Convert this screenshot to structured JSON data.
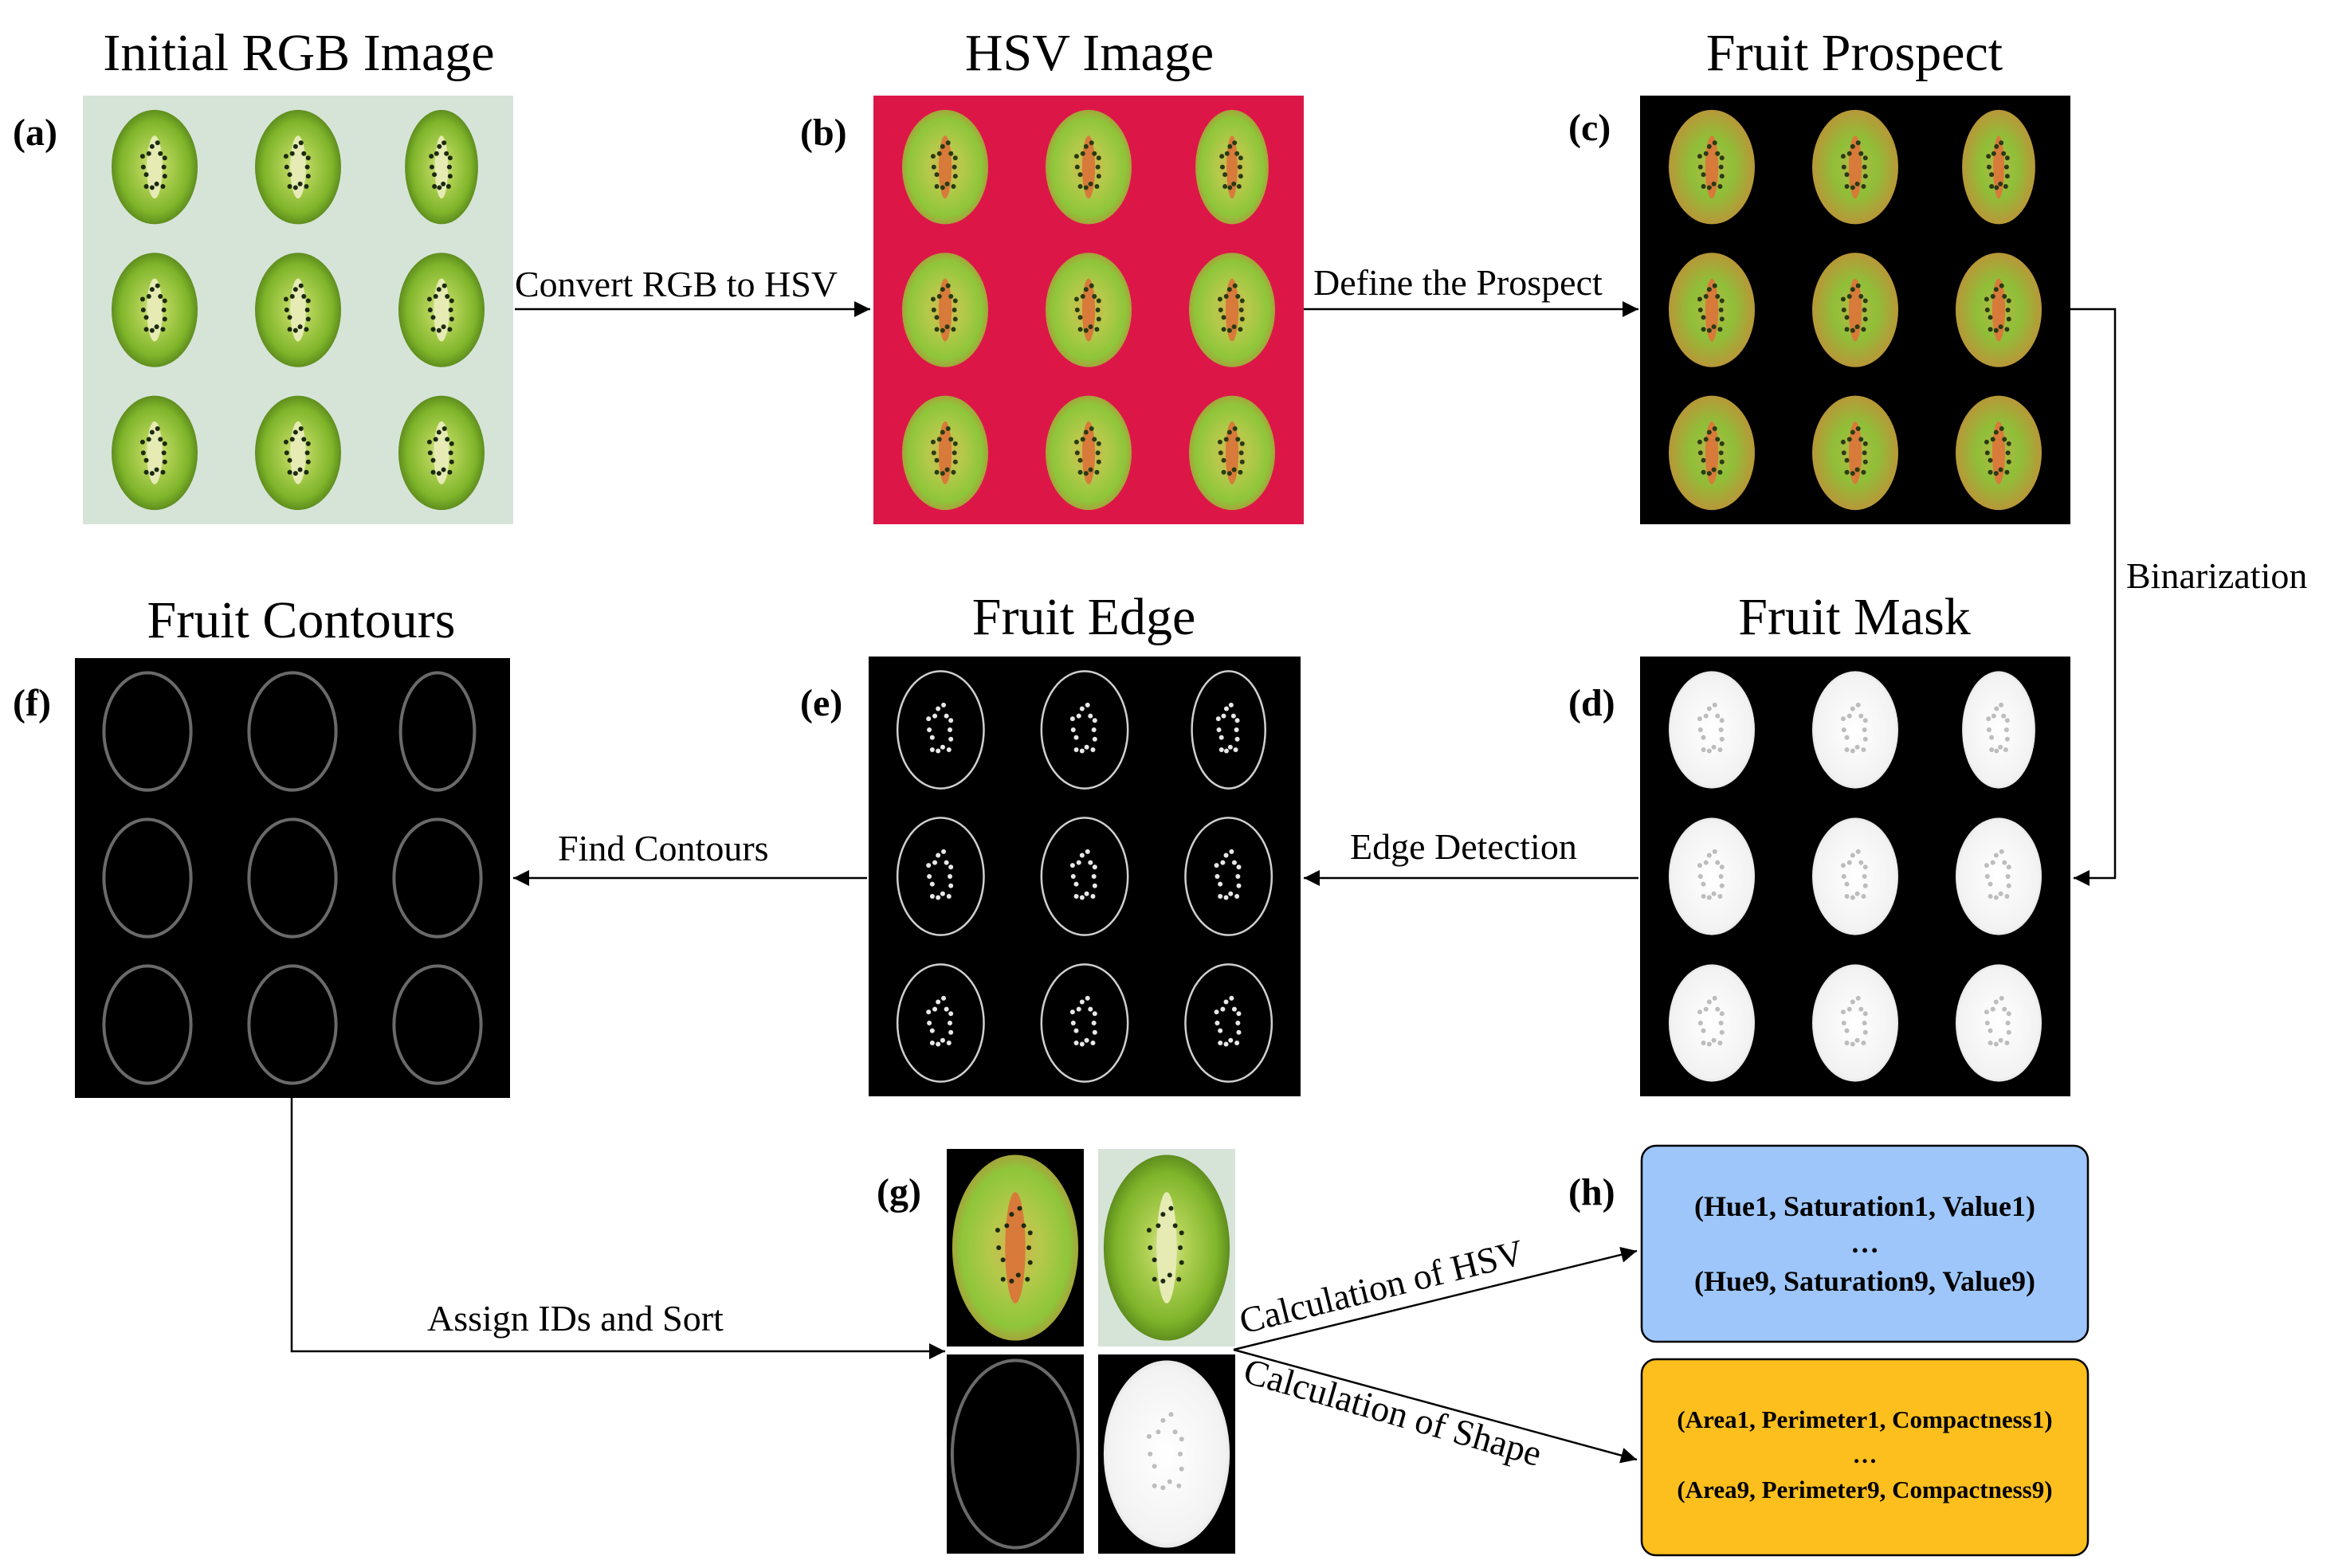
{
  "panels": {
    "a": {
      "letter": "(a)",
      "title": "Initial RGB Image"
    },
    "b": {
      "letter": "(b)",
      "title": "HSV Image"
    },
    "c": {
      "letter": "(c)",
      "title": "Fruit Prospect"
    },
    "d": {
      "letter": "(d)",
      "title": "Fruit Mask"
    },
    "e": {
      "letter": "(e)",
      "title": "Fruit Edge"
    },
    "f": {
      "letter": "(f)",
      "title": "Fruit Contours"
    },
    "g": {
      "letter": "(g)"
    },
    "h": {
      "letter": "(h)"
    }
  },
  "edges": {
    "convert": "Convert RGB to HSV",
    "prospect": "Define the Prospect",
    "binarization": "Binarization",
    "edge_detection": "Edge Detection",
    "find_contours": "Find Contours",
    "assign": "Assign IDs and Sort",
    "calc_hsv": "Calculation of HSV",
    "calc_shape": "Calculation of Shape"
  },
  "boxes": {
    "hsv": {
      "line1": "(Hue1, Saturation1, Value1)",
      "line2": "…",
      "line3": "(Hue9, Saturation9, Value9)",
      "color": "#9ec6fa"
    },
    "shape": {
      "line1": "(Area1, Perimeter1, Compactness1)",
      "line2": "…",
      "line3": "(Area9, Perimeter9, Compactness9)",
      "color": "#fdbf1e"
    }
  },
  "colors": {
    "rgb_bg": "#d6e4d8",
    "hsv_bg": "#dc1748",
    "kiwi_flesh": "#8fc23a",
    "kiwi_core_rgb": "#e6ebb4",
    "kiwi_core_hsv": "#d87a3a",
    "mask_fill": "#f4f4f4",
    "edge_stroke": "#cfcfcf",
    "contour_stroke": "#6a6a6a"
  }
}
